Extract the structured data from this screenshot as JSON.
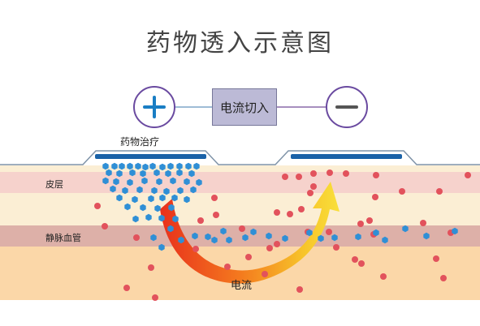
{
  "title": "药物透入示意图",
  "labels": {
    "drug_treatment": "药物治疗",
    "current_in": "电流切入",
    "skin_layer": "皮层",
    "vein_vessel": "静脉血管",
    "current": "电流"
  },
  "colors": {
    "title": "#444444",
    "electrode_ring": "#6a4aa0",
    "plus_sign": "#1a7ec4",
    "minus_sign": "#555555",
    "current_box": "#bcbad6",
    "pad": "#1a62a8",
    "drug_particle": "#2f8fd6",
    "red_particle": "#e2525c",
    "layer_pink": "#f6d2cc",
    "layer_cream": "#fbeed4",
    "layer_vein": "#ddb0a8",
    "layer_orange": "#fbd7a8"
  },
  "icons": {
    "positive": "plus-icon",
    "negative": "minus-icon",
    "flow": "curved-arrow-icon"
  }
}
